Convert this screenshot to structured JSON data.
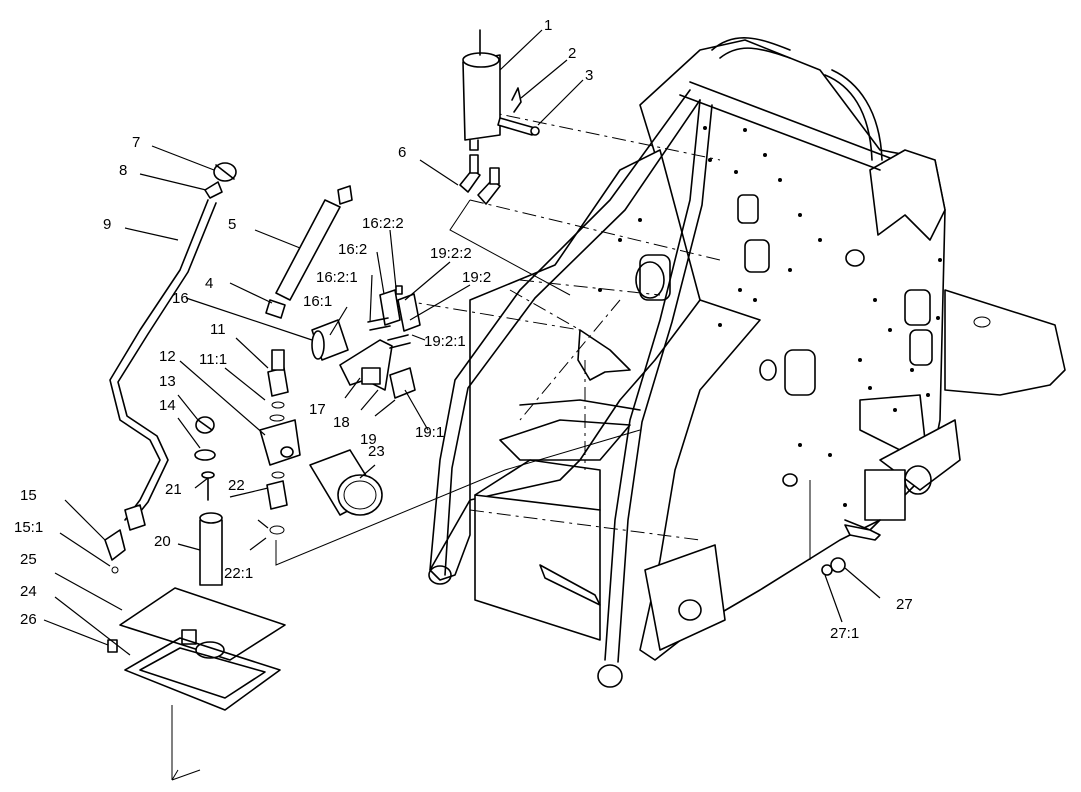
{
  "callouts": [
    {
      "id": "c1",
      "text": "1"
    },
    {
      "id": "c2",
      "text": "2"
    },
    {
      "id": "c3",
      "text": "3"
    },
    {
      "id": "c4",
      "text": "4"
    },
    {
      "id": "c5",
      "text": "5"
    },
    {
      "id": "c6",
      "text": "6"
    },
    {
      "id": "c7",
      "text": "7"
    },
    {
      "id": "c8",
      "text": "8"
    },
    {
      "id": "c9",
      "text": "9"
    },
    {
      "id": "c11",
      "text": "11"
    },
    {
      "id": "c11_1",
      "text": "11:1"
    },
    {
      "id": "c12",
      "text": "12"
    },
    {
      "id": "c13",
      "text": "13"
    },
    {
      "id": "c14",
      "text": "14"
    },
    {
      "id": "c15",
      "text": "15"
    },
    {
      "id": "c15_1",
      "text": "15:1"
    },
    {
      "id": "c16",
      "text": "16"
    },
    {
      "id": "c16_1",
      "text": "16:1"
    },
    {
      "id": "c16_2",
      "text": "16:2"
    },
    {
      "id": "c16_2_1",
      "text": "16:2:1"
    },
    {
      "id": "c16_2_2",
      "text": "16:2:2"
    },
    {
      "id": "c17",
      "text": "17"
    },
    {
      "id": "c18",
      "text": "18"
    },
    {
      "id": "c19",
      "text": "19"
    },
    {
      "id": "c19_1",
      "text": "19:1"
    },
    {
      "id": "c19_2",
      "text": "19:2"
    },
    {
      "id": "c19_2_1",
      "text": "19:2:1"
    },
    {
      "id": "c19_2_2",
      "text": "19:2:2"
    },
    {
      "id": "c20",
      "text": "20"
    },
    {
      "id": "c21",
      "text": "21"
    },
    {
      "id": "c22",
      "text": "22"
    },
    {
      "id": "c22_1",
      "text": "22:1"
    },
    {
      "id": "c23",
      "text": "23"
    },
    {
      "id": "c24",
      "text": "24"
    },
    {
      "id": "c25",
      "text": "25"
    },
    {
      "id": "c26",
      "text": "26"
    },
    {
      "id": "c27",
      "text": "27"
    },
    {
      "id": "c27_1",
      "text": "27:1"
    }
  ]
}
